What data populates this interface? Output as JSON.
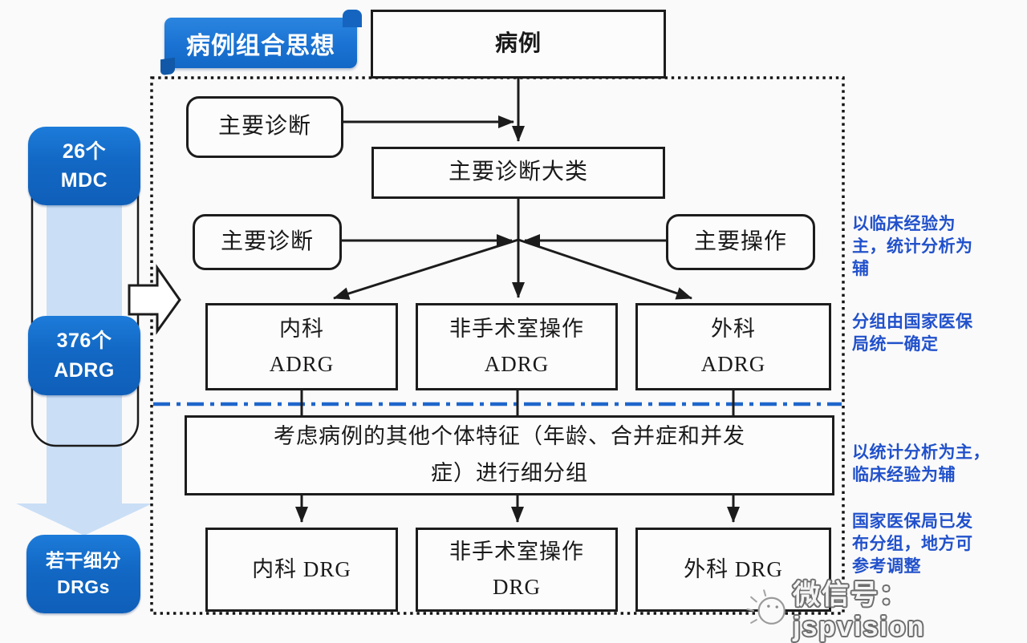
{
  "ribbon": {
    "label": "病例组合思想"
  },
  "flow": {
    "case_box": "病例",
    "primary_diagnosis_top": "主要诊断",
    "mdc_class_box": "主要诊断大类",
    "primary_diagnosis_mid": "主要诊断",
    "primary_operation": "主要操作",
    "adrg_row": [
      {
        "label": "内科\nADRG"
      },
      {
        "label": "非手术室操作\nADRG"
      },
      {
        "label": "外科\nADRG"
      }
    ],
    "subdivision_box": "考虑病例的其他个体特征（年龄、合并症和并发\n症）进行细分组",
    "drg_row": [
      {
        "label": "内科 DRG"
      },
      {
        "label": "非手术室操作\nDRG"
      },
      {
        "label": "外科 DRG"
      }
    ]
  },
  "left_track": {
    "mdc": "26个\nMDC",
    "adrg": "376个\nADRG",
    "drgs": "若干细分\nDRGs"
  },
  "annotations": [
    {
      "text": "以临床经验为\n主，统计分析为\n辅"
    },
    {
      "text": "分组由国家医保\n局统一确定"
    },
    {
      "text": "以统计分析为主，\n临床经验为辅"
    },
    {
      "text": "国家医保局已发\n布分组，地方可\n参考调整"
    }
  ],
  "watermark": {
    "text": "微信号：jspvision"
  },
  "colors": {
    "ribbon_blue": "#1b76d4",
    "pill_blue": "#1268c4",
    "track_light_blue": "#cadff6",
    "annotation_blue": "#2151cb",
    "divider_blue": "#1f66cc",
    "line_black": "#1c1c1c",
    "background": "#fbfafa"
  }
}
